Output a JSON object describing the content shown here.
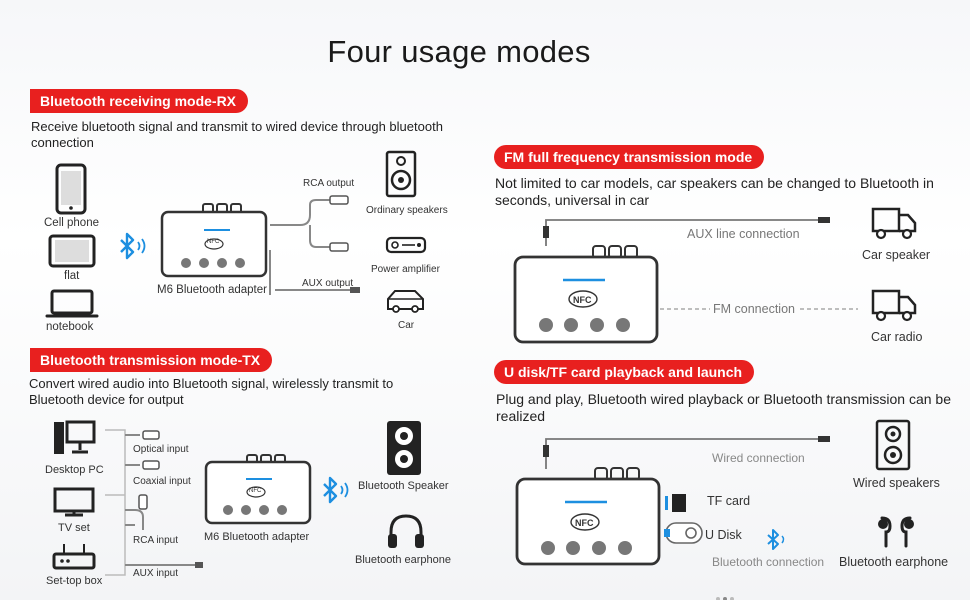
{
  "title": "Four usage modes",
  "rx": {
    "heading": "Bluetooth receiving mode-RX",
    "description": "Receive bluetooth signal and transmit to wired device through bluetooth connection",
    "devices": [
      "Cell phone",
      "flat",
      "notebook"
    ],
    "adapter_label": "M6 Bluetooth adapter",
    "outputs": [
      "RCA output",
      "AUX output"
    ],
    "targets": [
      "Ordinary speakers",
      "Power amplifier",
      "Car"
    ],
    "nfc": "NFC"
  },
  "tx": {
    "heading": "Bluetooth transmission mode-TX",
    "description": "Convert wired audio into Bluetooth signal, wirelessly transmit to Bluetooth device for output",
    "sources": [
      "Desktop PC",
      "TV set",
      "Set-top box"
    ],
    "inputs": [
      "Optical input",
      "Coaxial input",
      "RCA input",
      "AUX input"
    ],
    "adapter_label": "M6 Bluetooth adapter",
    "targets": [
      "Bluetooth Speaker",
      "Bluetooth earphone"
    ],
    "nfc": "NFC"
  },
  "fm": {
    "heading": "FM full frequency transmission mode",
    "description": "Not limited to car models, car speakers can be changed to Bluetooth in seconds, universal in car",
    "aux_label": "AUX line connection",
    "fm_label": "FM connection",
    "targets": [
      "Car speaker",
      "Car radio"
    ],
    "nfc": "NFC"
  },
  "udisk": {
    "heading": "U disk/TF card playback and launch",
    "description": "Plug and play, Bluetooth wired playback or Bluetooth transmission can be realized",
    "wired_label": "Wired connection",
    "tf_label": "TF card",
    "udisk_label": "U Disk",
    "bt_label": "Bluetooth connection",
    "targets": [
      "Wired speakers",
      "Bluetooth earphone"
    ],
    "nfc": "NFC"
  },
  "colors": {
    "accent": "#e8201f",
    "bluetooth": "#1d8fe0",
    "device": "#3a3f47"
  }
}
